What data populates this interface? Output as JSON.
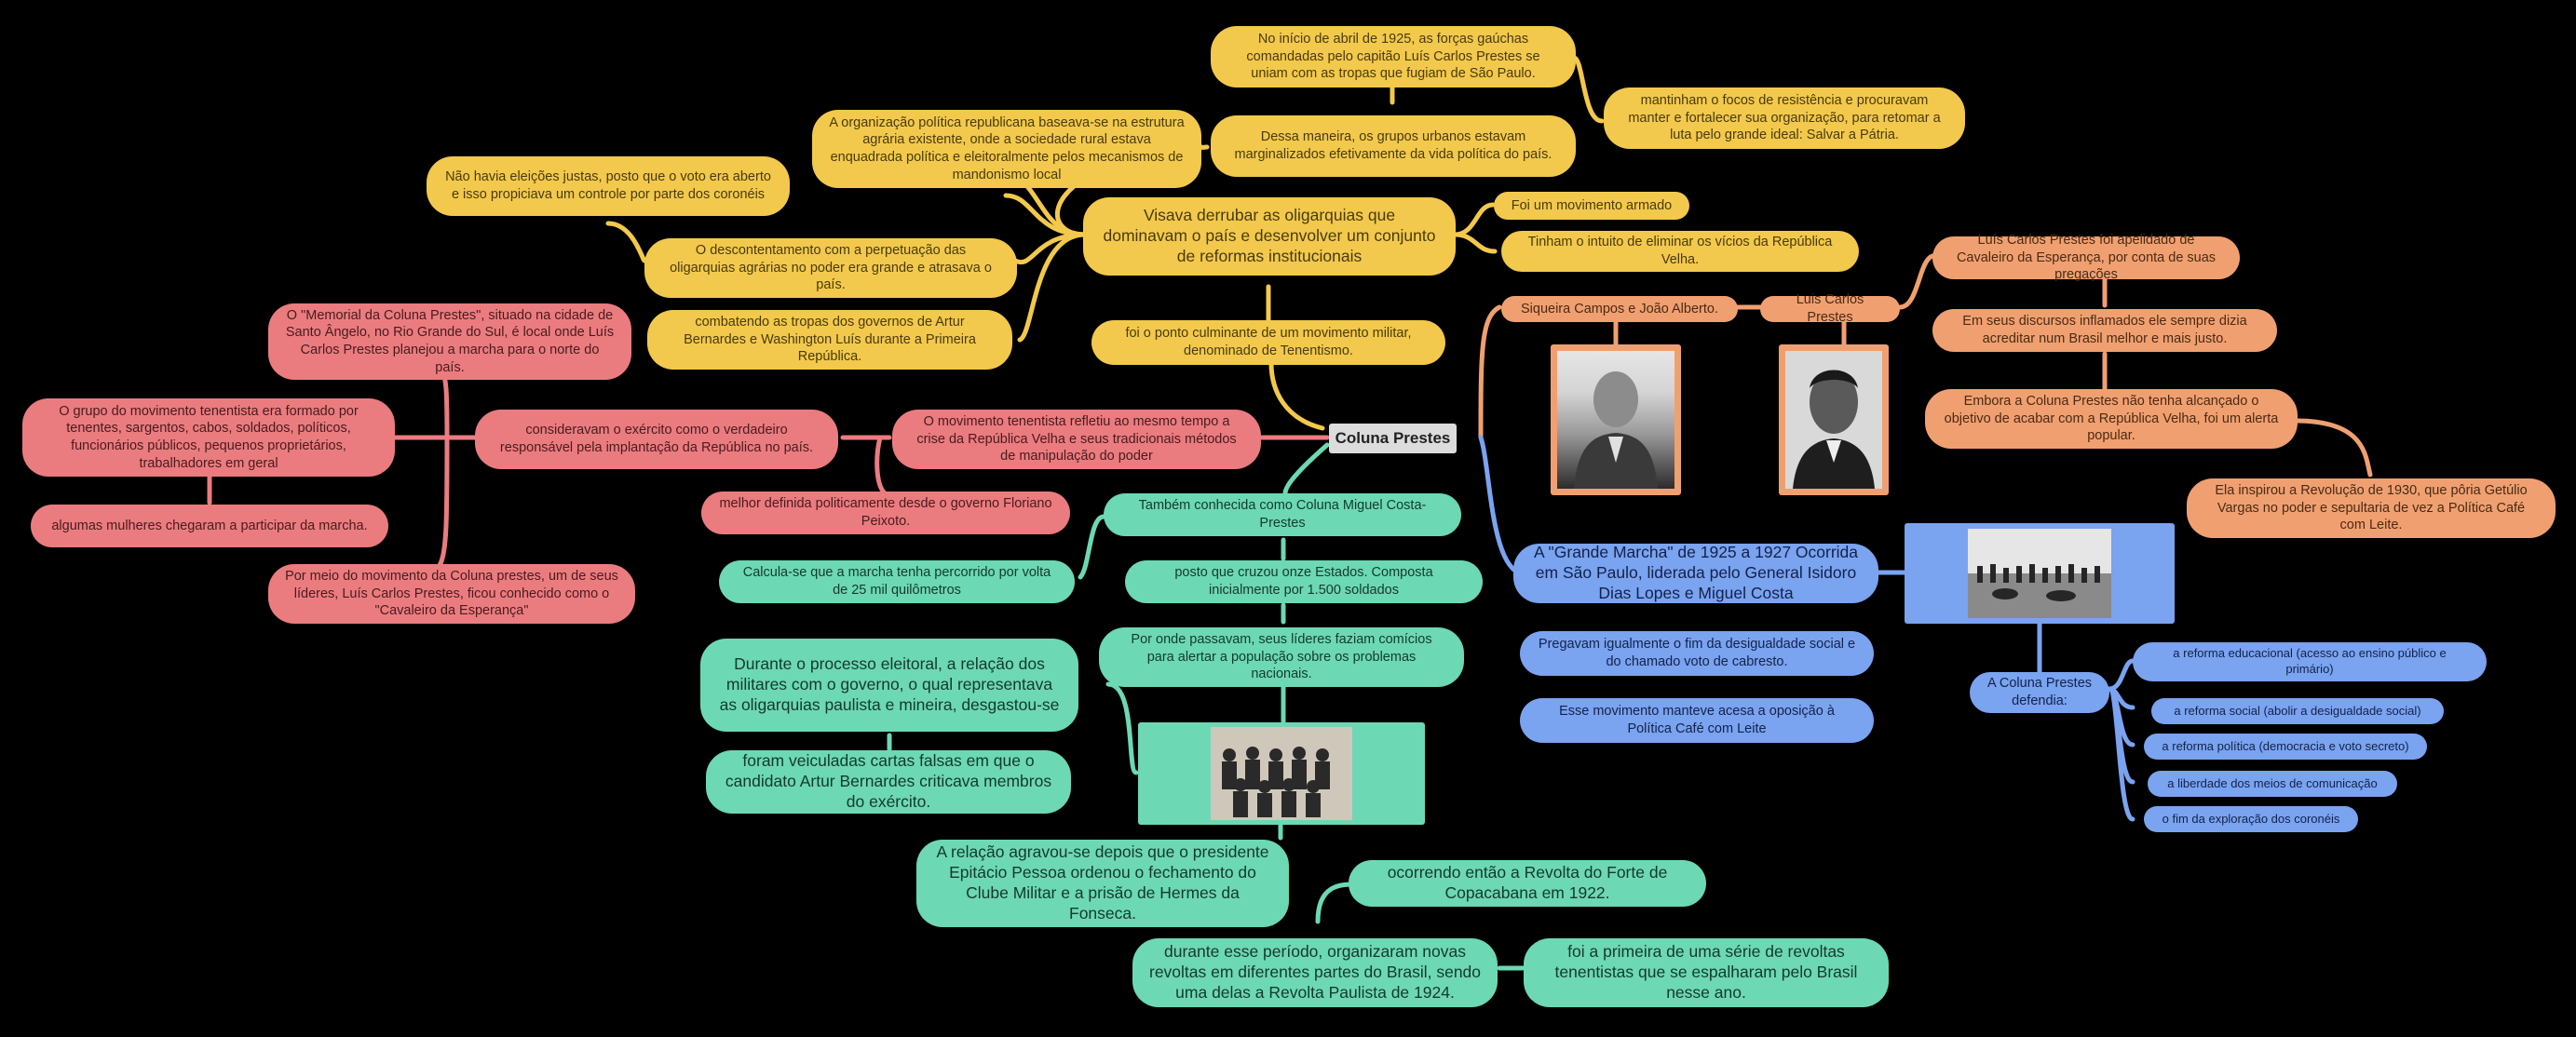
{
  "root": {
    "label": "Coluna Prestes"
  },
  "colors": {
    "yellow": "#f2c94c",
    "orange": "#f0a070",
    "red": "#ea7c80",
    "green": "#6dd8b4",
    "blue": "#7aa3f0",
    "background": "#000000"
  },
  "nodes": {
    "y1": "No início de abril de 1925, as forças gaúchas comandadas pelo capitão Luís Carlos Prestes se uniam com as tropas que fugiam de São Paulo.",
    "y2": "mantinham o focos de resistência e procuravam manter e fortalecer sua organização, para retomar a luta pelo grande ideal: Salvar a Pátria.",
    "y3": "Dessa maneira, os grupos urbanos estavam marginalizados efetivamente da vida política do país.",
    "y4": "A organização política republicana baseava-se na estrutura agrária existente, onde a sociedade rural estava enquadrada política e eleitoralmente pelos mecanismos de mandonismo local",
    "y5": "Não havia eleições justas, posto que o voto era aberto e isso propiciava um controle por parte dos coronéis",
    "y6": "Visava derrubar as oligarquias que dominavam o país e desenvolver um conjunto de reformas institucionais",
    "y7": "Foi um movimento armado",
    "y8": "Tinham o intuito de eliminar os vícios da República Velha.",
    "y9": "O descontentamento com a perpetuação das oligarquias agrárias no poder era grande e atrasava o país.",
    "y10": "combatendo as tropas dos governos de Artur Bernardes e Washington Luís durante a Primeira República.",
    "y11": "foi o ponto culminante de um movimento militar, denominado de Tenentismo.",
    "o1": "Siqueira Campos e João Alberto.",
    "o2": "Luis Carlos Prestes",
    "o3": "Luís Carlos Prestes foi apelidado de Cavaleiro da Esperança, por conta de suas pregações",
    "o4": "Em seus discursos inflamados ele sempre dizia acreditar num Brasil melhor e mais justo.",
    "o5": "Embora a Coluna Prestes não tenha alcançado o objetivo de acabar com a República Velha, foi um alerta popular.",
    "o6": "Ela inspirou a Revolução de 1930, que pôria Getúlio Vargas no poder e sepultaria de vez a Política Café com Leite.",
    "r1": "O \"Memorial da Coluna Prestes\", situado na cidade de Santo Ângelo, no Rio Grande do Sul, é local onde Luís Carlos Prestes planejou a marcha para o norte do país.",
    "r2": "O grupo do movimento tenentista era formado por tenentes, sargentos, cabos, soldados, políticos, funcionários públicos, pequenos proprietários, trabalhadores em geral",
    "r3": "consideravam o exército como o verdadeiro responsável pela implantação da República no país.",
    "r4": "O movimento tenentista refletiu ao mesmo tempo a crise da República Velha e seus tradicionais métodos de manipulação do poder",
    "r5": "algumas mulheres chegaram a participar da marcha.",
    "r6": "melhor definida politicamente desde o governo Floriano Peixoto.",
    "r7": "Por meio do movimento da Coluna prestes, um de seus líderes, Luís Carlos Prestes, ficou conhecido como o \"Cavaleiro da Esperança\"",
    "g1": "Também conhecida como Coluna Miguel Costa-Prestes",
    "g2": "Calcula-se que a marcha tenha percorrido por volta de 25 mil quilômetros",
    "g3": "posto que cruzou onze Estados. Composta inicialmente por 1.500 soldados",
    "g4": "Por onde passavam, seus líderes faziam comícios para alertar a população sobre os problemas nacionais.",
    "g5": "Durante o processo eleitoral, a relação dos militares com o governo, o qual representava as oligarquias paulista e mineira, desgastou-se",
    "g6": "foram veiculadas cartas falsas em que o candidato Artur Bernardes criticava membros do exército.",
    "g7": "A relação agravou-se depois que o presidente Epitácio Pessoa ordenou o fechamento do Clube Militar e a prisão de Hermes da Fonseca.",
    "g8": "ocorrendo então a Revolta do Forte de Copacabana em 1922.",
    "g9": "durante esse período, organizaram novas revoltas em diferentes partes do Brasil, sendo uma delas a Revolta Paulista de 1924.",
    "g10": "foi a primeira de uma série de revoltas tenentistas que se espalharam pelo Brasil nesse ano.",
    "b1": "A \"Grande Marcha\" de 1925 a 1927 Ocorrida em São Paulo, liderada pelo General Isidoro Dias Lopes e Miguel Costa",
    "b2": "Pregavam igualmente o fim da desigualdade social e do chamado voto de cabresto.",
    "b3": "Esse movimento manteve acesa a oposição à Política Café com Leite",
    "b4": "A Coluna Prestes defendia:",
    "b5": "a reforma educacional (acesso ao ensino público e primário)",
    "b6": "a reforma social (abolir a desigualdade social)",
    "b7": "a reforma política (democracia e voto secreto)",
    "b8": "a liberdade dos meios de comunicação",
    "b9": "o fim da exploração dos coronéis"
  }
}
